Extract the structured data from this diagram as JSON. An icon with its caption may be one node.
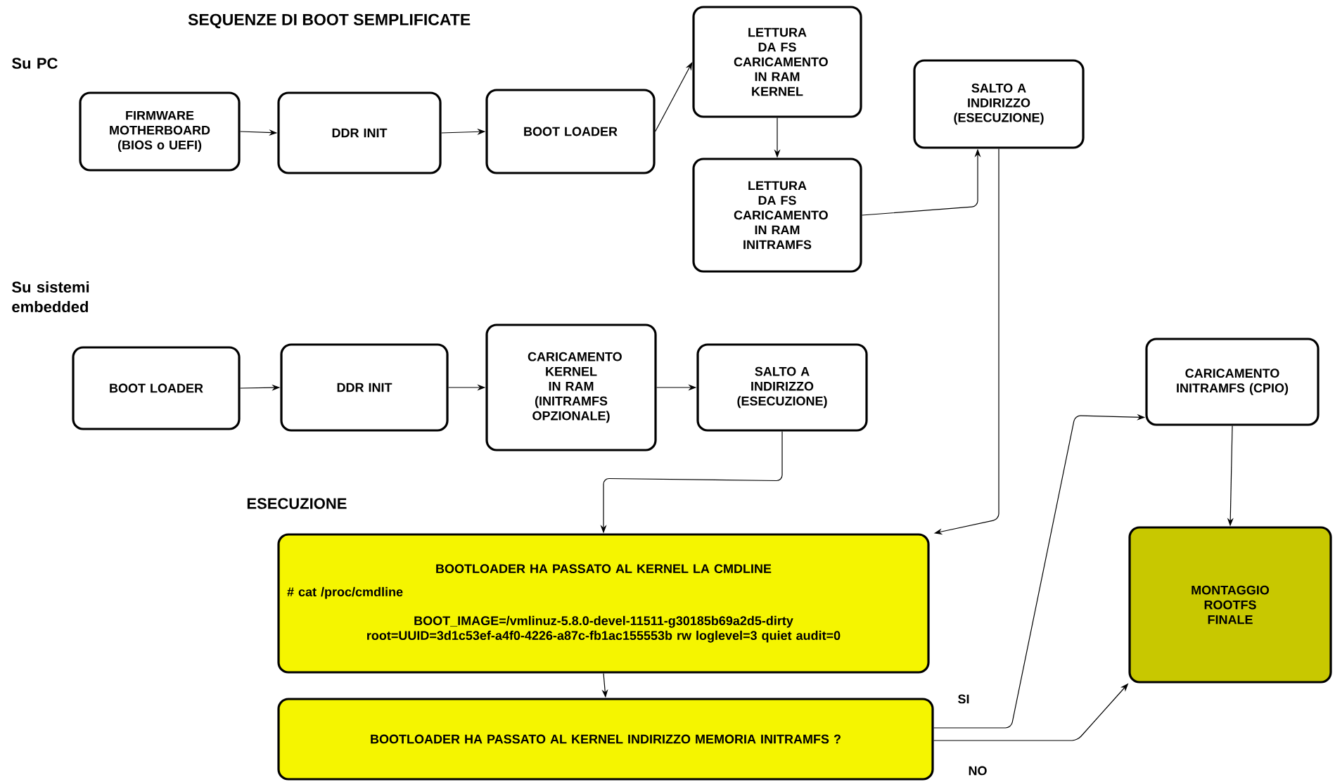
{
  "diagram": {
    "title": "SEQUENZE DI BOOT SEMPLIFICATE",
    "nodes": [
      {
        "text": [
          "FIRMWARE MOTHERBOARD (BIOS o UEFI)"
        ]
      },
      {
        "text": [
          "DDR INIT"
        ]
      },
      {
        "text": [
          "BOOT LOADER"
        ]
      },
      {
        "text": [
          "LETTURA DA FS CARICAMENTO IN RAM KERNEL"
        ]
      },
      {
        "text": [
          "LETTURA DA FS CARICAMENTO IN RAM INITRAMFS"
        ]
      },
      {
        "text": [
          "SALTO A INDIRIZZO (ESECUZIONE)"
        ]
      },
      {
        "text": [
          "BOOT LOADER"
        ]
      },
      {
        "text": [
          "DDR INIT"
        ]
      },
      {
        "text": [
          "CARICAMENTO KERNEL IN RAM (INITRAMFS OPZIONALE)"
        ]
      },
      {
        "text": [
          "SALTO A INDIRIZZO (ESECUZIONE)"
        ]
      },
      {
        "text": [
          "BOOTLOADER HA PASSATO AL KERNEL LA CMDLINE",
          "# cat /proc/cmdline",
          "BOOT_IMAGE=/vmlinuz-5.8.0-devel-11511-g30185b69a2d5-dirty root=UUID=3d1c53ef-a4f0-4226-a87c-fb1ac155553b rw loglevel=3 quiet audit=0"
        ]
      },
      {
        "text": [
          "BOOTLOADER HA PASSATO AL KERNEL INDIRIZZO MEMORIA INITRAMFS ?"
        ]
      },
      {
        "text": [
          "CARICAMENTO INITRAMFS (CPIO)"
        ]
      },
      {
        "text": [
          "MONTAGGIO ROOTFS FINALE"
        ]
      }
    ],
    "edges": [
      {
        "from": 0,
        "to": 1,
        "arrow": "to"
      },
      {
        "from": 1,
        "to": 2,
        "arrow": "to"
      },
      {
        "from": 2,
        "to": 3,
        "arrow": "to"
      },
      {
        "from": 3,
        "to": 4,
        "arrow": "to"
      },
      {
        "from": 4,
        "to": 5,
        "arrow": "to"
      },
      {
        "from": 5,
        "to": 10,
        "arrow": "to"
      },
      {
        "from": 6,
        "to": 7,
        "arrow": "to"
      },
      {
        "from": 7,
        "to": 8,
        "arrow": "to"
      },
      {
        "from": 8,
        "to": 9,
        "arrow": "to"
      },
      {
        "from": 9,
        "to": 10,
        "arrow": "to"
      },
      {
        "from": 10,
        "to": 11,
        "arrow": "to"
      },
      {
        "from": 11,
        "to": 12,
        "arrow": "to",
        "label": "SI"
      },
      {
        "from": 11,
        "to": 13,
        "arrow": "to",
        "label": "NO"
      },
      {
        "from": 12,
        "to": 13,
        "arrow": "to"
      }
    ],
    "labels": [
      "Su PC",
      "Su sistemi embedded",
      "ESECUZIONE"
    ]
  }
}
